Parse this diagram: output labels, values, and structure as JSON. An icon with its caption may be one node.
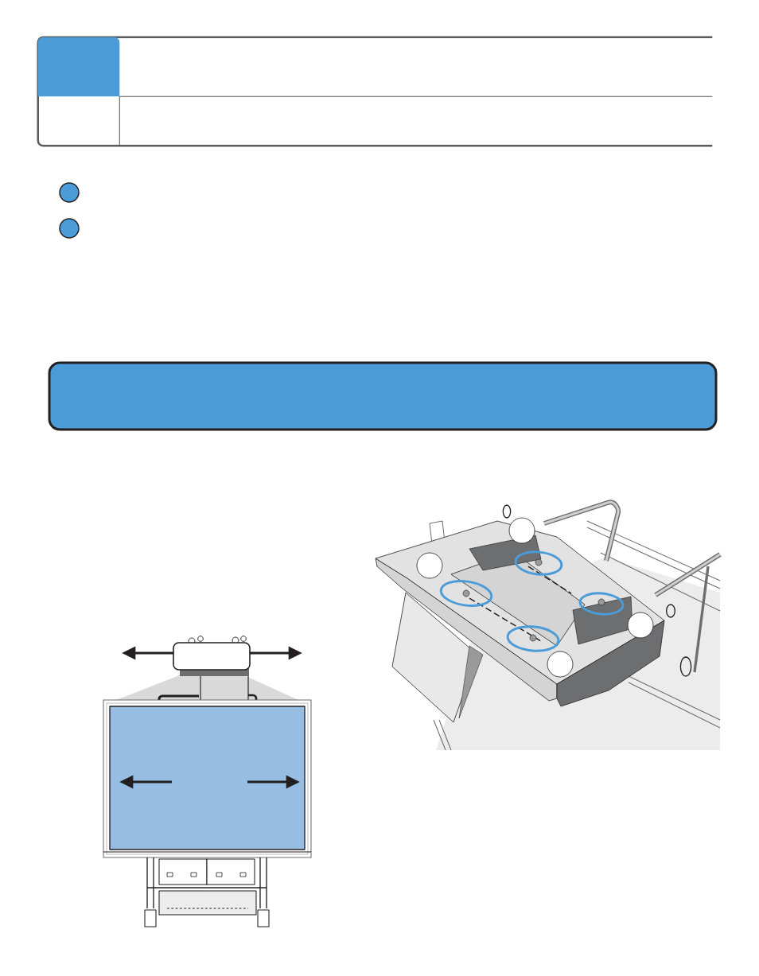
{
  "diagram": {
    "nodes": [
      {
        "text": [],
        "shape": "box"
      },
      {
        "text": [],
        "shape": "box",
        "in": 0
      },
      {
        "text": [],
        "shape": "circle"
      },
      {
        "text": [],
        "shape": "circle"
      },
      {
        "text": [],
        "shape": "box"
      },
      {
        "text": [],
        "shape": "box"
      },
      {
        "text": [],
        "shape": "circle"
      },
      {
        "text": [],
        "shape": "circle"
      },
      {
        "text": [],
        "shape": "circle"
      },
      {
        "text": [],
        "shape": "circle"
      }
    ]
  }
}
